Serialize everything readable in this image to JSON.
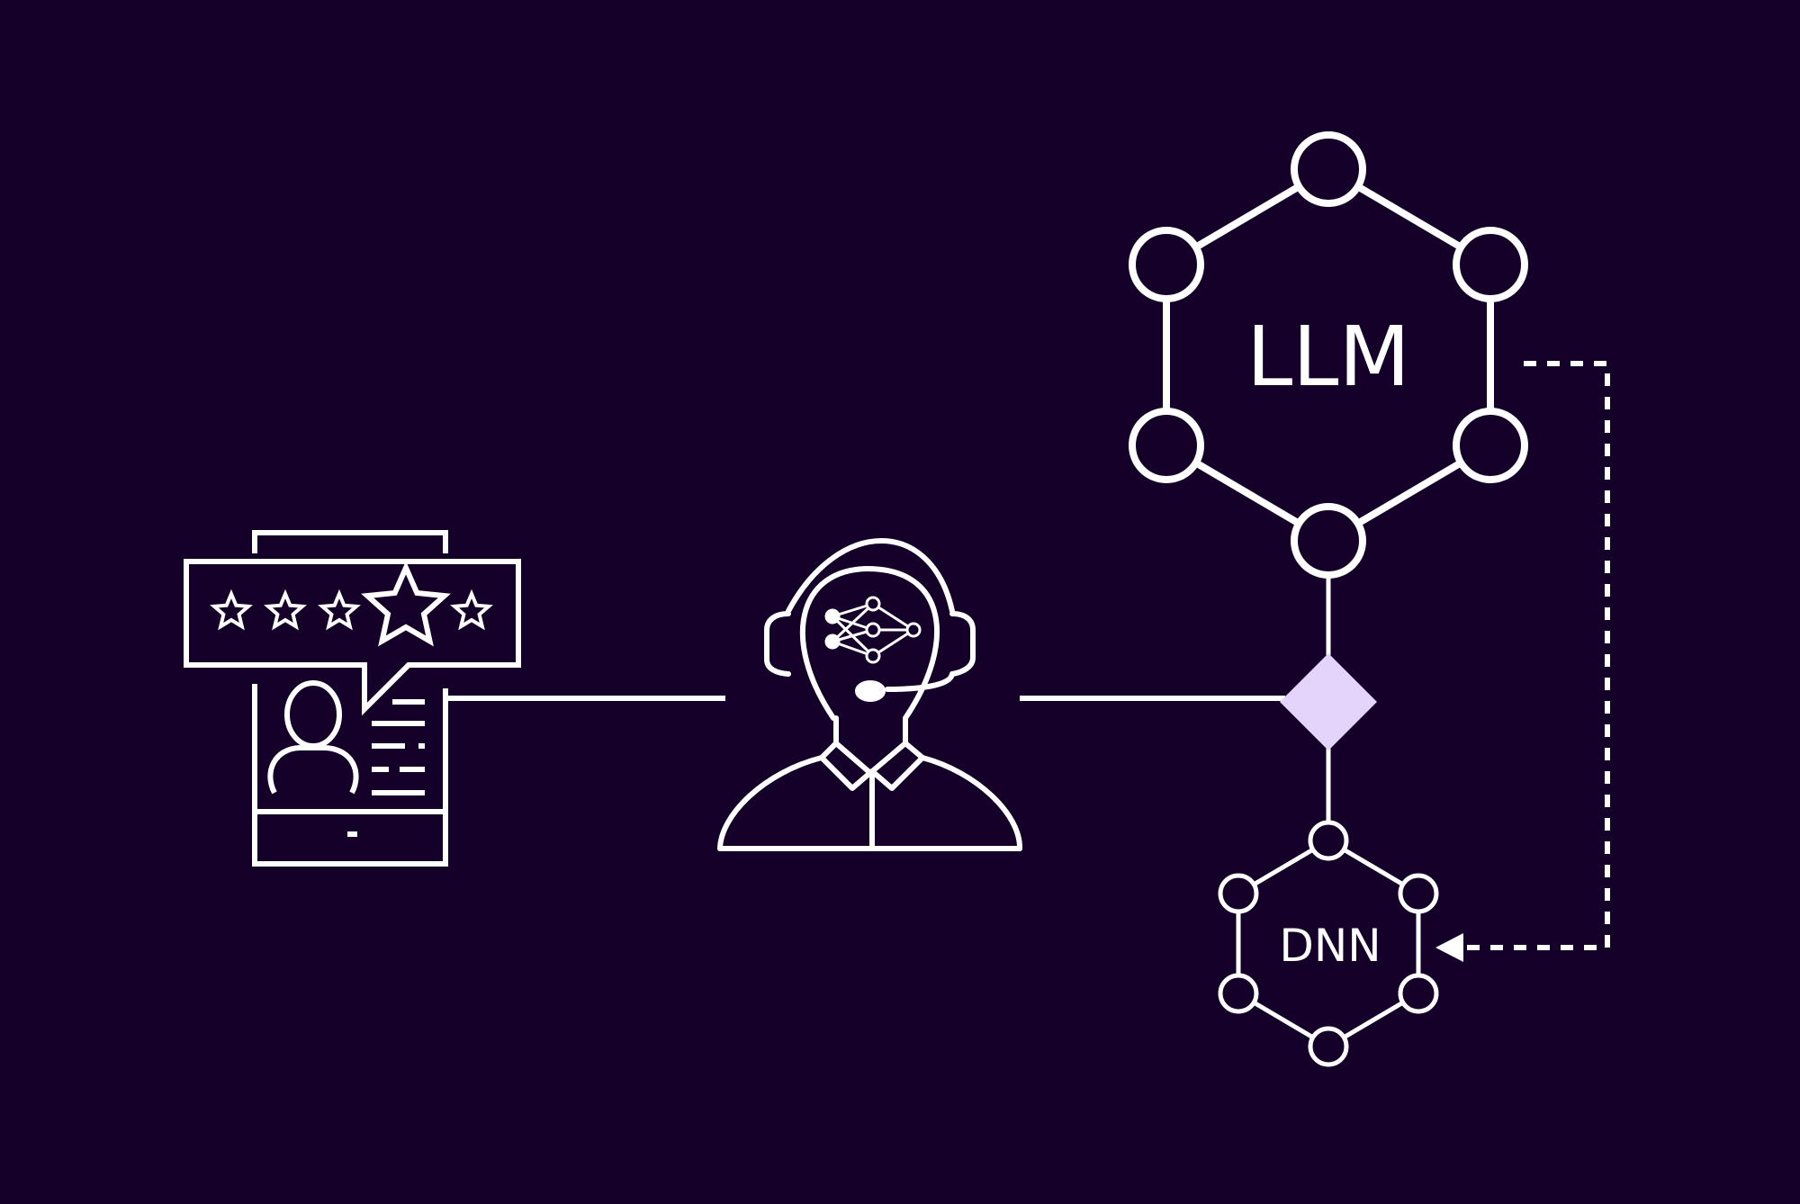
{
  "background_color": "#15002a",
  "stroke_color": "#ffffff",
  "accent_color": "#e4d4fb",
  "labels": {
    "llm": "LLM",
    "dnn": "DNN"
  },
  "rating": {
    "stars_total": 5,
    "highlighted_star_index": 3
  },
  "icons": [
    "review-phone-icon",
    "ai-support-agent-icon",
    "llm-graph-icon",
    "dnn-graph-icon",
    "decision-diamond-icon",
    "feedback-arrow-icon"
  ]
}
